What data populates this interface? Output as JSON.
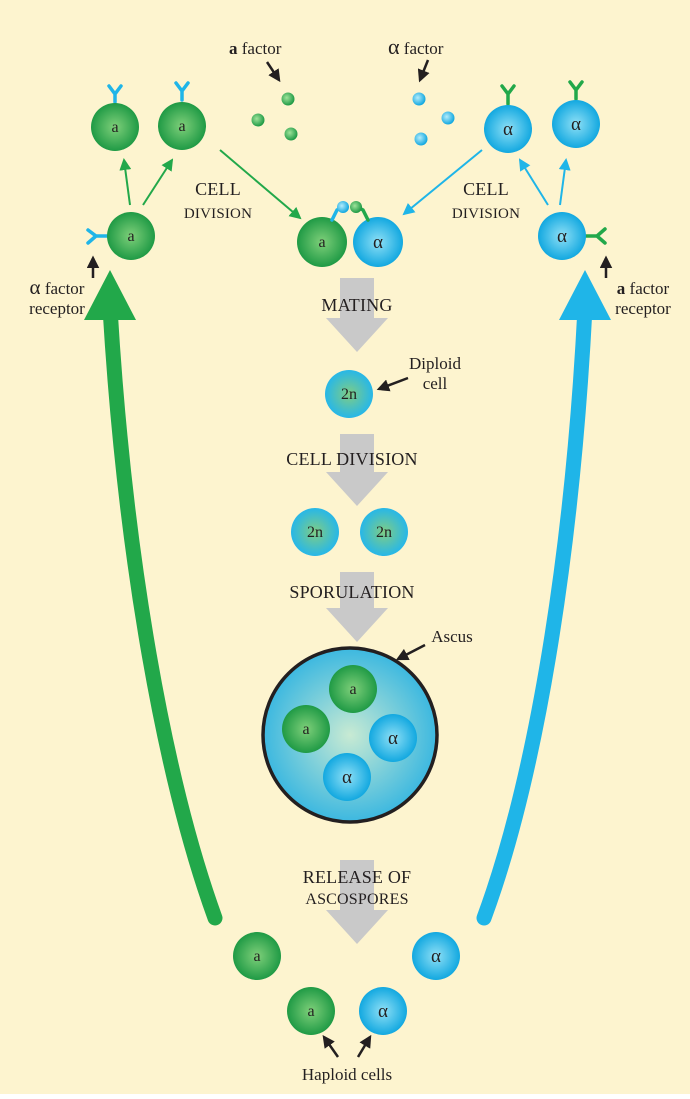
{
  "colors": {
    "background": "#fdf4cf",
    "mating_type_a": "#22a84a",
    "mating_type_alpha": "#1fb5e8",
    "process_arrow": "#c9c9c9",
    "pointer": "#231f20"
  },
  "factors": {
    "a_factor": {
      "bold": "a",
      "rest": " factor"
    },
    "alpha_factor": {
      "sym": "α",
      "rest": " factor"
    }
  },
  "receptors": {
    "alpha_receptor": {
      "line1_sym": "α",
      "line1_rest": " factor",
      "line2": "receptor"
    },
    "a_receptor": {
      "line1_bold": "a",
      "line1_rest": " factor",
      "line2": "receptor"
    }
  },
  "steps": {
    "cell_division_left": {
      "line1": "Cell",
      "line2": "division"
    },
    "cell_division_right": {
      "line1": "Cell",
      "line2": "division"
    },
    "mating": "Mating",
    "diploid_label": {
      "line1": "Diploid",
      "line2": "cell"
    },
    "cell_division_center": "Cell division",
    "sporulation": "Sporulation",
    "ascus": "Ascus",
    "release": {
      "line1": "Release of",
      "line2": "ascospores"
    },
    "haploid_cells": "Haploid cells"
  },
  "cells": {
    "a": "a",
    "alpha": "α",
    "diploid": "2n"
  }
}
